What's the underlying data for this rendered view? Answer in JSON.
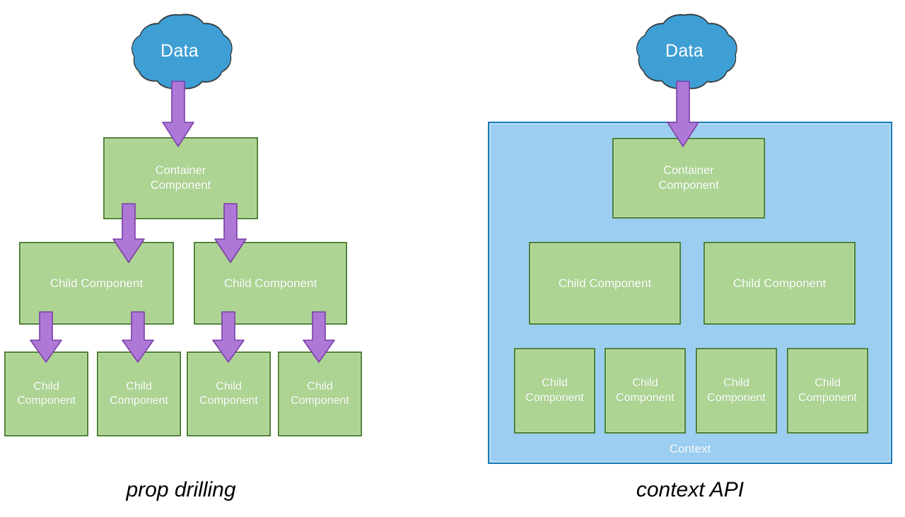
{
  "figure": {
    "title_left": "prop drilling",
    "title_right": "context API"
  },
  "labels": {
    "data": "Data",
    "container_component": "Container\nComponent",
    "container_line1": "Container",
    "container_line2": "Component",
    "child_component_one_line": "Child Component",
    "child_line1": "Child",
    "child_line2": "Component",
    "context": "Context"
  },
  "colors": {
    "cloud_fill": "#3E9FD4",
    "cloud_stroke": "#2D2D2D",
    "component_fill": "#ADD493",
    "component_stroke": "#4E8234",
    "component_text": "#FFFFFF",
    "arrow_fill": "#AE78D6",
    "arrow_stroke": "#7B3FA8",
    "context_fill": "#9BCEF0",
    "context_stroke": "#1978B8",
    "caption_text": "#000000",
    "background": "#FFFFFF"
  },
  "left_diagram": {
    "name": "prop-drilling-diagram",
    "caption": "prop drilling",
    "source_cloud": {
      "label": "Data"
    },
    "container": {
      "label_line1": "Container",
      "label_line2": "Component"
    },
    "mid_children": [
      {
        "label": "Child Component"
      },
      {
        "label": "Child Component"
      }
    ],
    "leaf_children": [
      {
        "label_line1": "Child",
        "label_line2": "Component"
      },
      {
        "label_line1": "Child",
        "label_line2": "Component"
      },
      {
        "label_line1": "Child",
        "label_line2": "Component"
      },
      {
        "label_line1": "Child",
        "label_line2": "Component"
      }
    ],
    "arrows": [
      {
        "name": "arrow-data-to-container"
      },
      {
        "name": "arrow-container-to-child-1"
      },
      {
        "name": "arrow-container-to-child-2"
      },
      {
        "name": "arrow-child1-to-leaf1"
      },
      {
        "name": "arrow-child1-to-leaf2"
      },
      {
        "name": "arrow-child2-to-leaf3"
      },
      {
        "name": "arrow-child2-to-leaf4"
      }
    ]
  },
  "right_diagram": {
    "name": "context-api-diagram",
    "caption": "context API",
    "source_cloud": {
      "label": "Data"
    },
    "context_container": {
      "label": "Context"
    },
    "container": {
      "label_line1": "Container",
      "label_line2": "Component"
    },
    "mid_children": [
      {
        "label": "Child Component"
      },
      {
        "label": "Child Component"
      }
    ],
    "leaf_children": [
      {
        "label_line1": "Child",
        "label_line2": "Component"
      },
      {
        "label_line1": "Child",
        "label_line2": "Component"
      },
      {
        "label_line1": "Child",
        "label_line2": "Component"
      },
      {
        "label_line1": "Child",
        "label_line2": "Component"
      }
    ],
    "arrows": [
      {
        "name": "arrow-data-to-container"
      }
    ]
  }
}
